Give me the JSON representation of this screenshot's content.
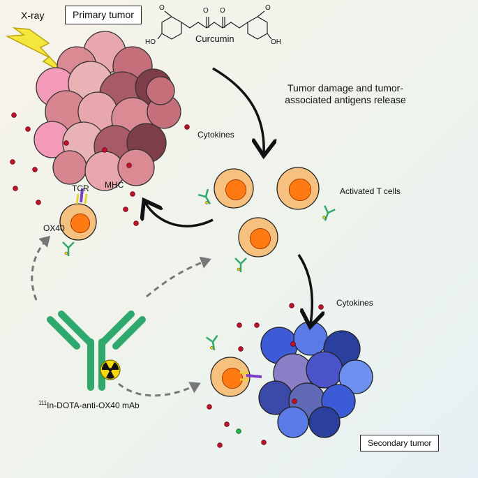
{
  "labels": {
    "xray": "X-ray",
    "primary_tumor": "Primary tumor",
    "curcumin": "Curcumin",
    "tumor_damage_line1": "Tumor damage and tumor-",
    "tumor_damage_line2": "associated antigens release",
    "cytokines_top": "Cytokines",
    "activated_t_cells": "Activated T cells",
    "tcr": "TCR",
    "mhc": "MHC",
    "ox40": "OX40",
    "cytokines_bottom": "Cytokines",
    "antibody_sup": "111",
    "antibody_name": "In-DOTA-anti-OX40 mAb",
    "secondary_tumor": "Secondary tumor"
  },
  "curcumin_atoms": {
    "o_left": "O",
    "o_right": "O",
    "ho_left": "HO",
    "oh_right": "OH",
    "methoxy_left": "O",
    "methoxy_right": "O"
  },
  "colors": {
    "primary_tumor": [
      "#e8a7ad",
      "#d98a93",
      "#c46f7a",
      "#f29ab8",
      "#e9b3b5",
      "#a85a66",
      "#7d3e4a",
      "#d7868f"
    ],
    "secondary_tumor": [
      "#3d5bd6",
      "#5a7ae8",
      "#2a3f9e",
      "#8a7fc6",
      "#4a54c8",
      "#6c90f0",
      "#3b4aa8",
      "#5f69b8"
    ],
    "t_cell_body": "#f6c07e",
    "t_cell_nucleus": "#ff7a12",
    "antibody": "#2ea86b",
    "cytokine": "#c0122a",
    "xray_bolt": "#f4e63a"
  }
}
